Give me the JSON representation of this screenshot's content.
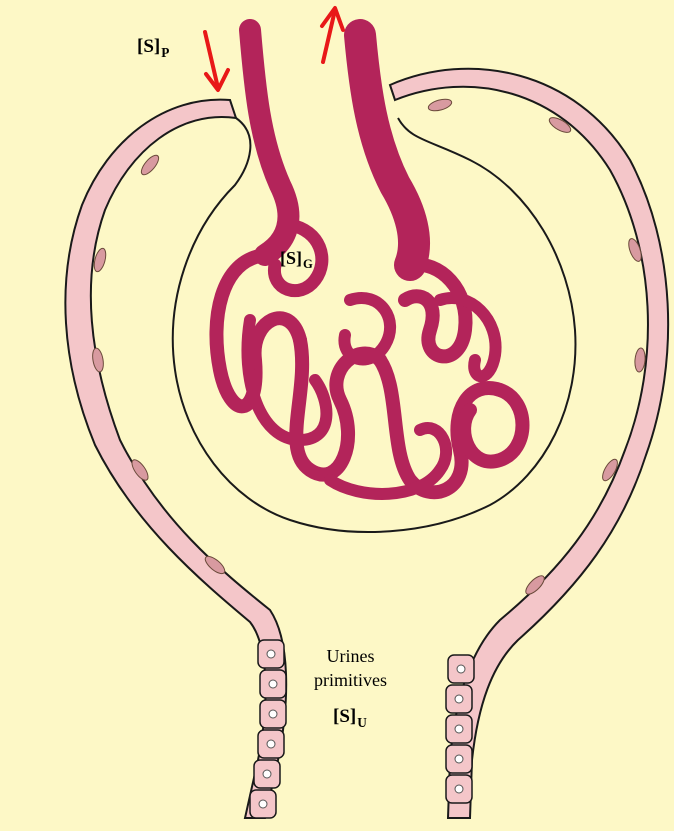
{
  "labels": {
    "plasma_concentration": {
      "base": "[S]",
      "subscript": "P"
    },
    "glomerular_concentration": {
      "base": "[S]",
      "subscript": "G"
    },
    "primary_urine_line1": "Urines",
    "primary_urine_line2": "primitives",
    "urine_concentration": {
      "base": "[S]",
      "subscript": "U"
    }
  },
  "colors": {
    "background": "#fdf8c6",
    "capillary": "#b3245a",
    "capsule_cell_fill": "#f4c6c9",
    "capsule_outline": "#1a1a1a",
    "flow_arrow": "#e81818"
  },
  "icons": {
    "inflow": "arrow-down-icon",
    "outflow": "arrow-up-icon"
  }
}
